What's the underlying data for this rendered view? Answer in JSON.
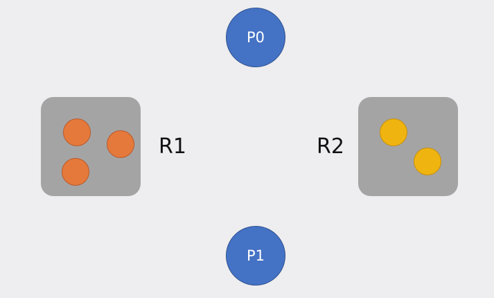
{
  "processes": {
    "p0": {
      "label": "P0"
    },
    "p1": {
      "label": "P1"
    }
  },
  "resources": {
    "r1": {
      "label": "R1",
      "instances": 3
    },
    "r2": {
      "label": "R2",
      "instances": 2
    }
  },
  "colors": {
    "background": "#eeedef",
    "process_fill": "#4472c4",
    "resource_fill": "#a5a4a5",
    "r1_instance": "#e5793b",
    "r2_instance": "#f0b411"
  }
}
